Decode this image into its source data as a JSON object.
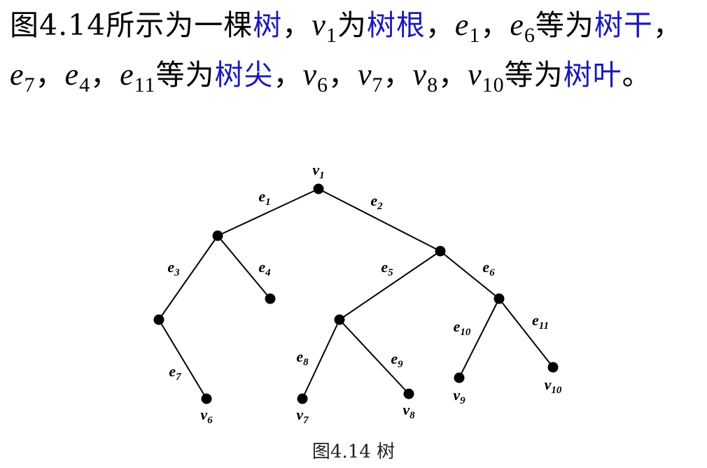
{
  "text": {
    "intro": "图4.14所示为一棵",
    "tree_term": "树",
    "sep1": "，",
    "root_var": "v",
    "root_sub": "1",
    "is": "为",
    "root_term": "树根",
    "sep2": "，",
    "e1_var": "e",
    "e1_sub": "1",
    "sep3": "，",
    "e6_var": "e",
    "e6_sub": "6",
    "deng1": "等为",
    "trunk_term": "树干",
    "sep4": "，",
    "e7_var": "e",
    "e7_sub": "7",
    "sep5": "，",
    "e4_var": "e",
    "e4_sub": "4",
    "sep6": "，",
    "e11_var": "e",
    "e11_sub": "11",
    "deng2": "等为",
    "tip_term": "树尖",
    "sep7": "，",
    "v6_var": "v",
    "v6_sub": "6",
    "sep8": "，",
    "v7_var": "v",
    "v7_sub": "7",
    "sep9": "，",
    "v8_var": "v",
    "v8_sub": "8",
    "sep10": "，",
    "v10_var": "v",
    "v10_sub": "10",
    "deng3": "等为",
    "leaf_term": "树叶",
    "end": "。"
  },
  "colors": {
    "highlight": "#1a1ab4",
    "node": "#000000"
  },
  "tree": {
    "nodes": [
      {
        "id": "v1",
        "label": "v",
        "sub": "1"
      },
      {
        "id": "a",
        "label": "",
        "sub": ""
      },
      {
        "id": "b",
        "label": "",
        "sub": ""
      },
      {
        "id": "c",
        "label": "",
        "sub": ""
      },
      {
        "id": "d",
        "label": "",
        "sub": ""
      },
      {
        "id": "f",
        "label": "",
        "sub": ""
      },
      {
        "id": "g",
        "label": "",
        "sub": ""
      },
      {
        "id": "v6",
        "label": "v",
        "sub": "6"
      },
      {
        "id": "v7",
        "label": "v",
        "sub": "7"
      },
      {
        "id": "v8",
        "label": "v",
        "sub": "8"
      },
      {
        "id": "v9",
        "label": "v",
        "sub": "9"
      },
      {
        "id": "v10",
        "label": "v",
        "sub": "10"
      }
    ],
    "edges": [
      {
        "from": "v1",
        "to": "a",
        "label": "e",
        "sub": "1"
      },
      {
        "from": "v1",
        "to": "b",
        "label": "e",
        "sub": "2"
      },
      {
        "from": "a",
        "to": "c",
        "label": "e",
        "sub": "3"
      },
      {
        "from": "a",
        "to": "d",
        "label": "e",
        "sub": "4"
      },
      {
        "from": "b",
        "to": "f",
        "label": "e",
        "sub": "5"
      },
      {
        "from": "b",
        "to": "g",
        "label": "e",
        "sub": "6"
      },
      {
        "from": "c",
        "to": "v6",
        "label": "e",
        "sub": "7"
      },
      {
        "from": "f",
        "to": "v7",
        "label": "e",
        "sub": "8"
      },
      {
        "from": "f",
        "to": "v8",
        "label": "e",
        "sub": "9"
      },
      {
        "from": "g",
        "to": "v9",
        "label": "e",
        "sub": "10"
      },
      {
        "from": "g",
        "to": "v10",
        "label": "e",
        "sub": "11"
      }
    ]
  },
  "caption": "图4.14  树"
}
